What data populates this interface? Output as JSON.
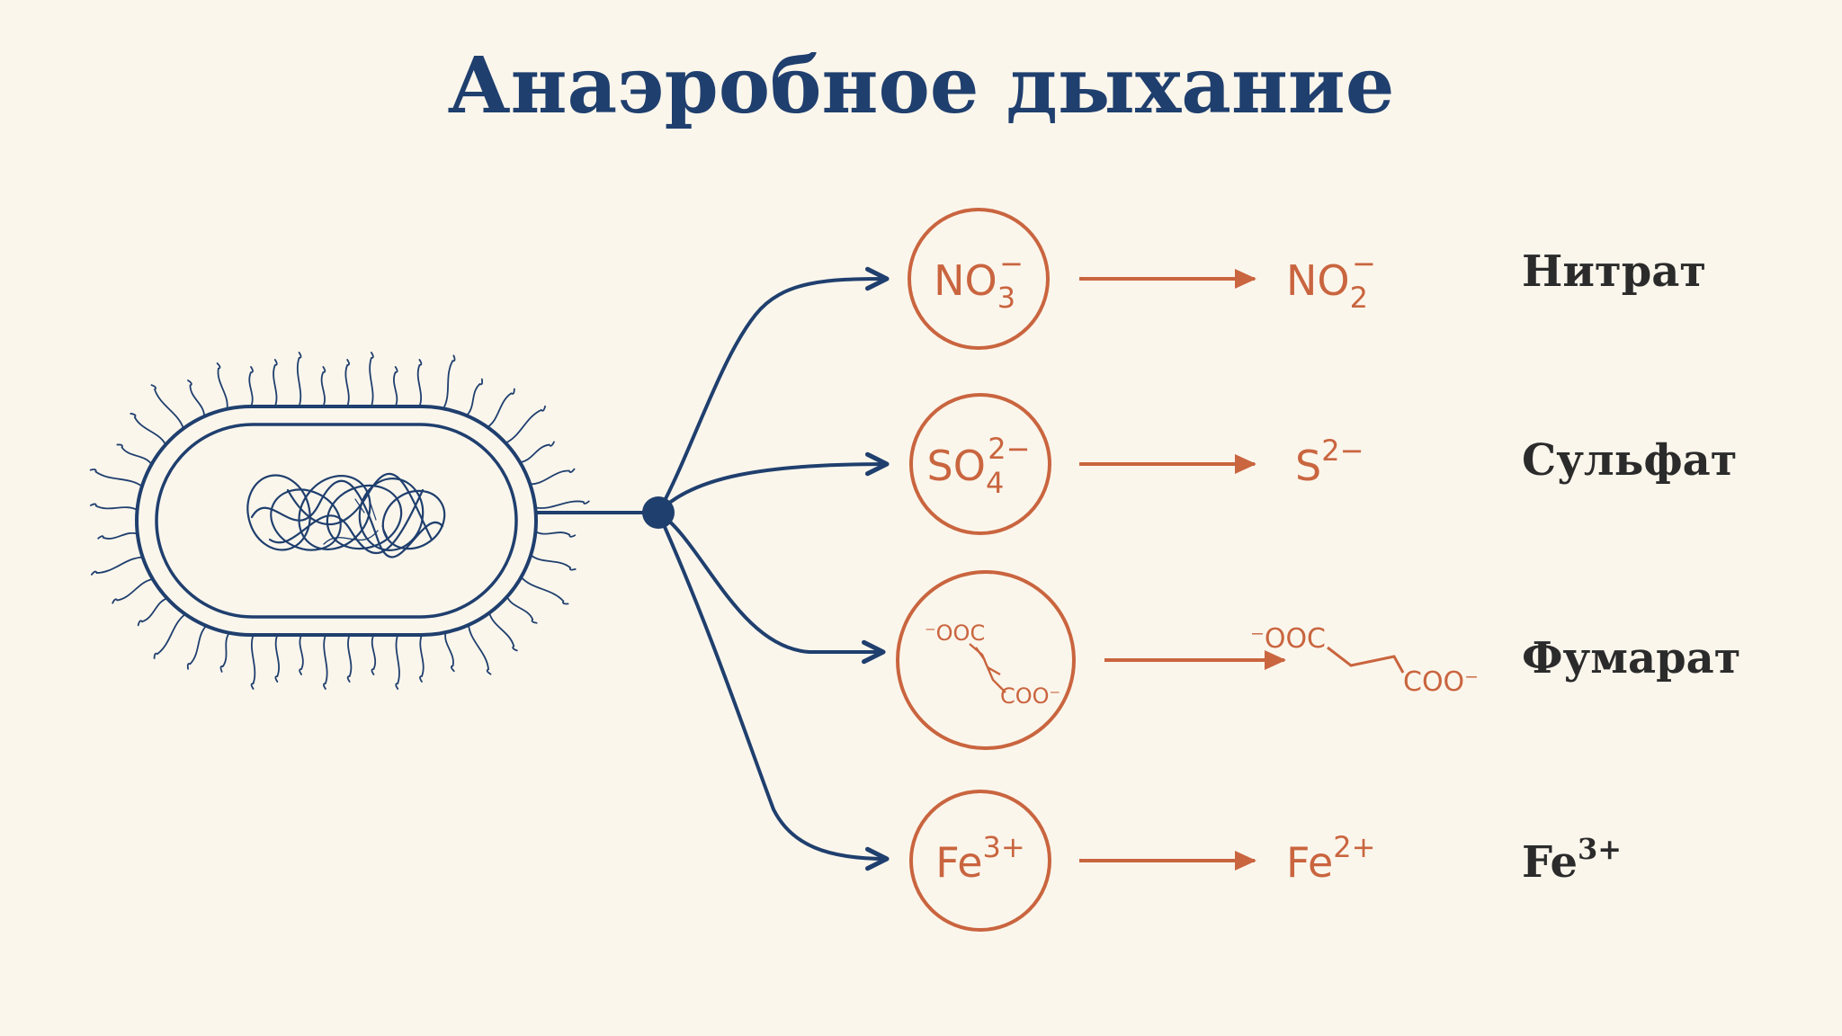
{
  "title": "Анаэробное дыхание",
  "colors": {
    "background": "#fbf6ec",
    "navy": "#1f3f6e",
    "orange": "#c9653f",
    "label": "#2b2b2b"
  },
  "acceptors": [
    {
      "reactant": {
        "base": "NO",
        "sub": "3",
        "sup": "−"
      },
      "product": {
        "base": "NO",
        "sub": "2",
        "sup": "−"
      },
      "label": {
        "text": "Нитрат",
        "sup": ""
      }
    },
    {
      "reactant": {
        "base": "SO",
        "sub": "4",
        "sup": "2−"
      },
      "product": {
        "base": "S",
        "sub": "",
        "sup": "2−"
      },
      "label": {
        "text": "Сульфат",
        "sup": ""
      }
    },
    {
      "reactant": {
        "left": "⁻OOC",
        "right": "COO⁻"
      },
      "product": {
        "left": "⁻OOC",
        "right": "COO⁻"
      },
      "label": {
        "text": "Фумарат",
        "sup": ""
      }
    },
    {
      "reactant": {
        "base": "Fe",
        "sub": "",
        "sup": "3+"
      },
      "product": {
        "base": "Fe",
        "sub": "",
        "sup": "2+"
      },
      "label": {
        "text": "Fe",
        "sup": "3+"
      }
    }
  ]
}
